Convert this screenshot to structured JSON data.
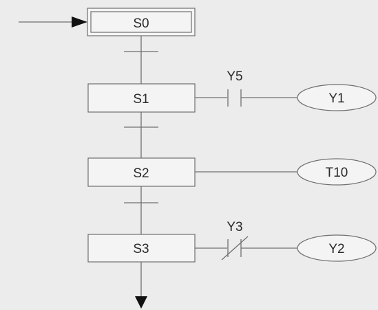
{
  "steps": {
    "s0": "S0",
    "s1": "S1",
    "s2": "S2",
    "s3": "S3"
  },
  "contacts": {
    "s1_contact": "Y5",
    "s3_contact": "Y3"
  },
  "coils": {
    "s1_coil": "Y1",
    "s2_coil": "T10",
    "s3_coil": "Y2"
  },
  "colors": {
    "background": "#ececec",
    "line": "#6f6f6f",
    "box_fill": "#f4f4f4",
    "arrow": "#111111"
  }
}
